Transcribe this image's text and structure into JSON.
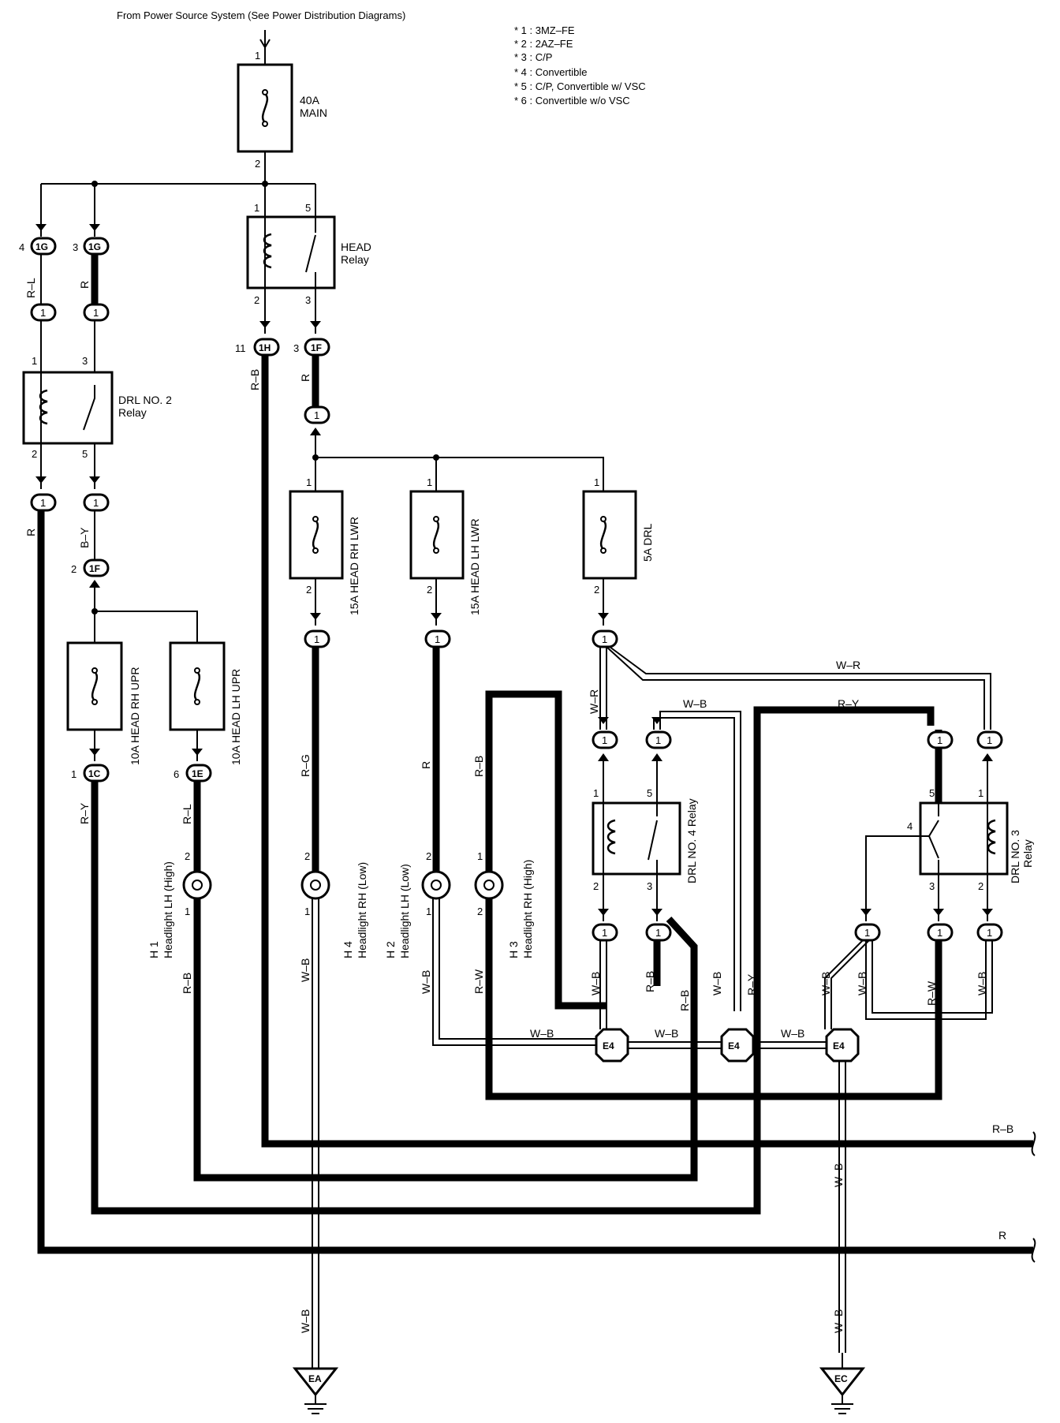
{
  "header": {
    "source": "From Power Source System (See Power Distribution Diagrams)"
  },
  "notes": [
    "* 1 : 3MZ–FE",
    "* 2 : 2AZ–FE",
    "* 3 : C/P",
    "* 4 : Convertible",
    "* 5 : C/P,  Convertible w/ VSC",
    "* 6 : Convertible w/o VSC"
  ],
  "fuses": {
    "main": {
      "line1": "40A",
      "line2": "MAIN"
    },
    "head_rh_lwr": "15A HEAD RH LWR",
    "head_lh_lwr": "15A HEAD LH LWR",
    "drl": "5A DRL",
    "head_rh_upr": "10A HEAD RH UPR",
    "head_lh_upr": "10A HEAD LH UPR"
  },
  "relays": {
    "head": {
      "line1": "HEAD",
      "line2": "Relay"
    },
    "drl2": {
      "line1": "DRL NO. 2",
      "line2": "Relay"
    },
    "drl4": "DRL NO. 4 Relay",
    "drl3": {
      "line1": "DRL NO. 3",
      "line2": "Relay"
    }
  },
  "headlights": {
    "h1": {
      "id": "H 1",
      "name": "Headlight LH (High)"
    },
    "h4": {
      "id": "H 4",
      "name": "Headlight RH (Low)"
    },
    "h2": {
      "id": "H 2",
      "name": "Headlight LH (Low)"
    },
    "h3": {
      "id": "H 3",
      "name": "Headlight RH (High)"
    }
  },
  "connectors": {
    "c1G": "1G",
    "c1H": "1H",
    "c1F": "1F",
    "c1C": "1C",
    "c1E": "1E",
    "one": "1"
  },
  "grounds": {
    "ea": "EA",
    "ec": "EC",
    "e4": "E4"
  },
  "pins": {
    "p1": "1",
    "p2": "2",
    "p3": "3",
    "p4": "4",
    "p5": "5",
    "p6": "6",
    "p11": "11"
  },
  "wires": {
    "R": "R",
    "RL": "R–L",
    "RB": "R–B",
    "BY": "B–Y",
    "RY": "R–Y",
    "RG": "R–G",
    "WB": "W–B",
    "WR": "W–R",
    "RW": "R–W"
  }
}
